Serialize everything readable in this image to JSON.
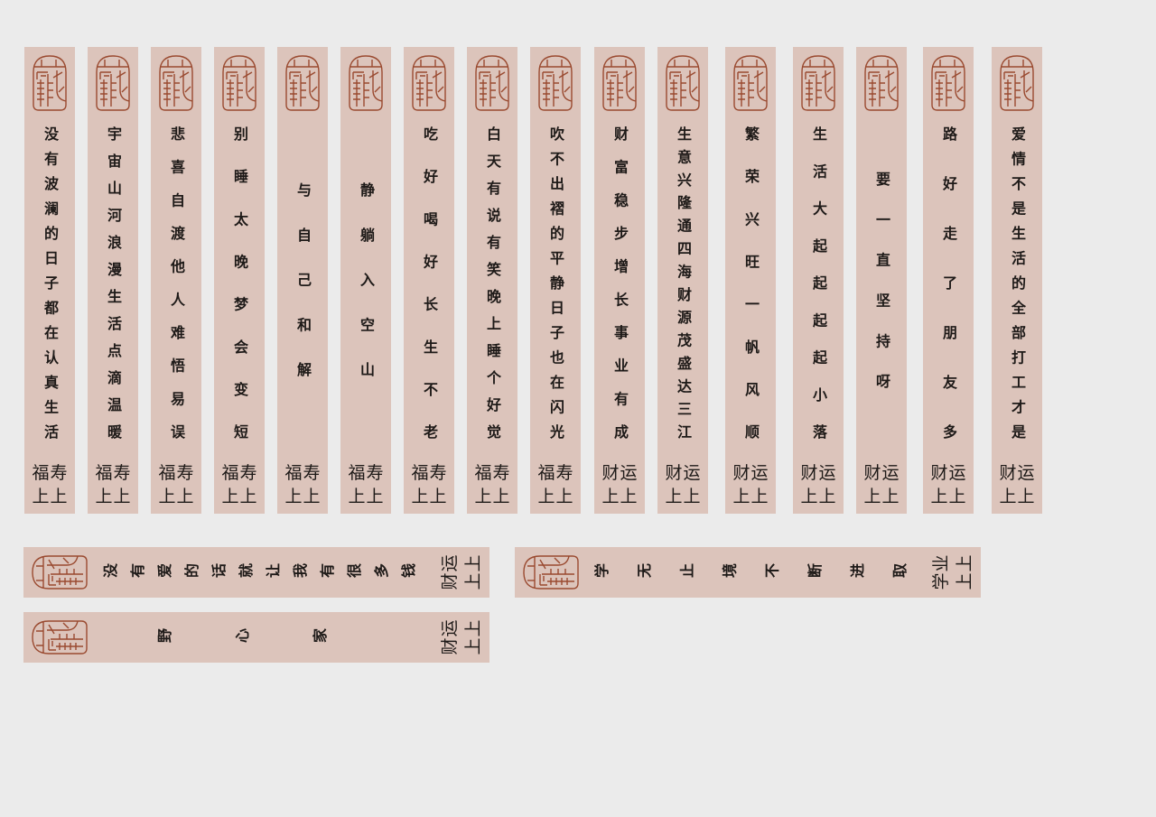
{
  "colors": {
    "background": "#ebebeb",
    "strip": "#dcc4bb",
    "seal": "#9a4a30",
    "text": "#1e1a18"
  },
  "seal_icon": "cang-seal",
  "vertical_strips": [
    {
      "text": "没有波澜的日子都在认真生活",
      "blessing": [
        "福",
        "寿",
        "上",
        "上"
      ]
    },
    {
      "text": "宇宙山河浪漫生活点滴温暖",
      "blessing": [
        "福",
        "寿",
        "上",
        "上"
      ]
    },
    {
      "text": "悲喜自渡他人难悟易误",
      "blessing": [
        "福",
        "寿",
        "上",
        "上"
      ]
    },
    {
      "text": "别睡太晚梦会变短",
      "blessing": [
        "福",
        "寿",
        "上",
        "上"
      ]
    },
    {
      "text": "与自己和解",
      "blessing": [
        "福",
        "寿",
        "上",
        "上"
      ]
    },
    {
      "text": "静躺入空山",
      "blessing": [
        "福",
        "寿",
        "上",
        "上"
      ]
    },
    {
      "text": "吃好喝好长生不老",
      "blessing": [
        "福",
        "寿",
        "上",
        "上"
      ]
    },
    {
      "text": "白天有说有笑晚上睡个好觉",
      "blessing": [
        "福",
        "寿",
        "上",
        "上"
      ]
    },
    {
      "text": "吹不出褶的平静日子也在闪光",
      "blessing": [
        "福",
        "寿",
        "上",
        "上"
      ]
    },
    {
      "text": "财富稳步增长事业有成",
      "blessing": [
        "财",
        "运",
        "上",
        "上"
      ]
    },
    {
      "text": "生意兴隆通四海财源茂盛达三江",
      "blessing": [
        "财",
        "运",
        "上",
        "上"
      ]
    },
    {
      "text": "繁荣兴旺一帆风顺",
      "blessing": [
        "财",
        "运",
        "上",
        "上"
      ]
    },
    {
      "text": "生活大起起起起小落",
      "blessing": [
        "财",
        "运",
        "上",
        "上"
      ]
    },
    {
      "text": "要一直坚持呀",
      "blessing": [
        "财",
        "运",
        "上",
        "上"
      ]
    },
    {
      "text": "路好走了朋友多",
      "blessing": [
        "财",
        "运",
        "上",
        "上"
      ]
    },
    {
      "text": "爱情不是生活的全部打工才是",
      "blessing": [
        "财",
        "运",
        "上",
        "上"
      ]
    }
  ],
  "horizontal_strips": [
    {
      "text": "没有爱的话就让我有很多钱",
      "blessing": [
        "财",
        "运",
        "上",
        "上"
      ]
    },
    {
      "text": "学无止境不断进取",
      "blessing": [
        "学",
        "业",
        "上",
        "上"
      ]
    },
    {
      "text": "野心家",
      "blessing": [
        "财",
        "运",
        "上",
        "上"
      ]
    }
  ]
}
